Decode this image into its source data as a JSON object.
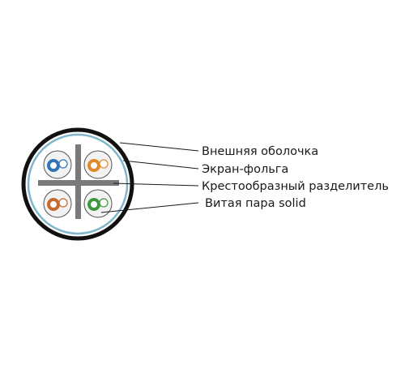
{
  "labels": {
    "outer_jacket": "Внешняя оболочка",
    "foil_shield": "Экран-фольга",
    "cross_separator": "Крестообразный разделитель",
    "twisted_pair": "Витая пара solid"
  },
  "colors": {
    "outer_jacket": "#111111",
    "foil_shield": "#7fb6cc",
    "separator": "#7a7a7a",
    "pair_bundle_fill": "#f2f2f2",
    "pair_bundle_stroke": "#555555",
    "pair_blue": "#2f74b5",
    "pair_orange": "#e0892a",
    "pair_brown": "#c8692c",
    "pair_green": "#3c9a3c"
  },
  "pairs": [
    {
      "name": "pair-blue",
      "color_key": "pair_blue"
    },
    {
      "name": "pair-orange",
      "color_key": "pair_orange"
    },
    {
      "name": "pair-brown",
      "color_key": "pair_brown"
    },
    {
      "name": "pair-green",
      "color_key": "pair_green"
    }
  ]
}
